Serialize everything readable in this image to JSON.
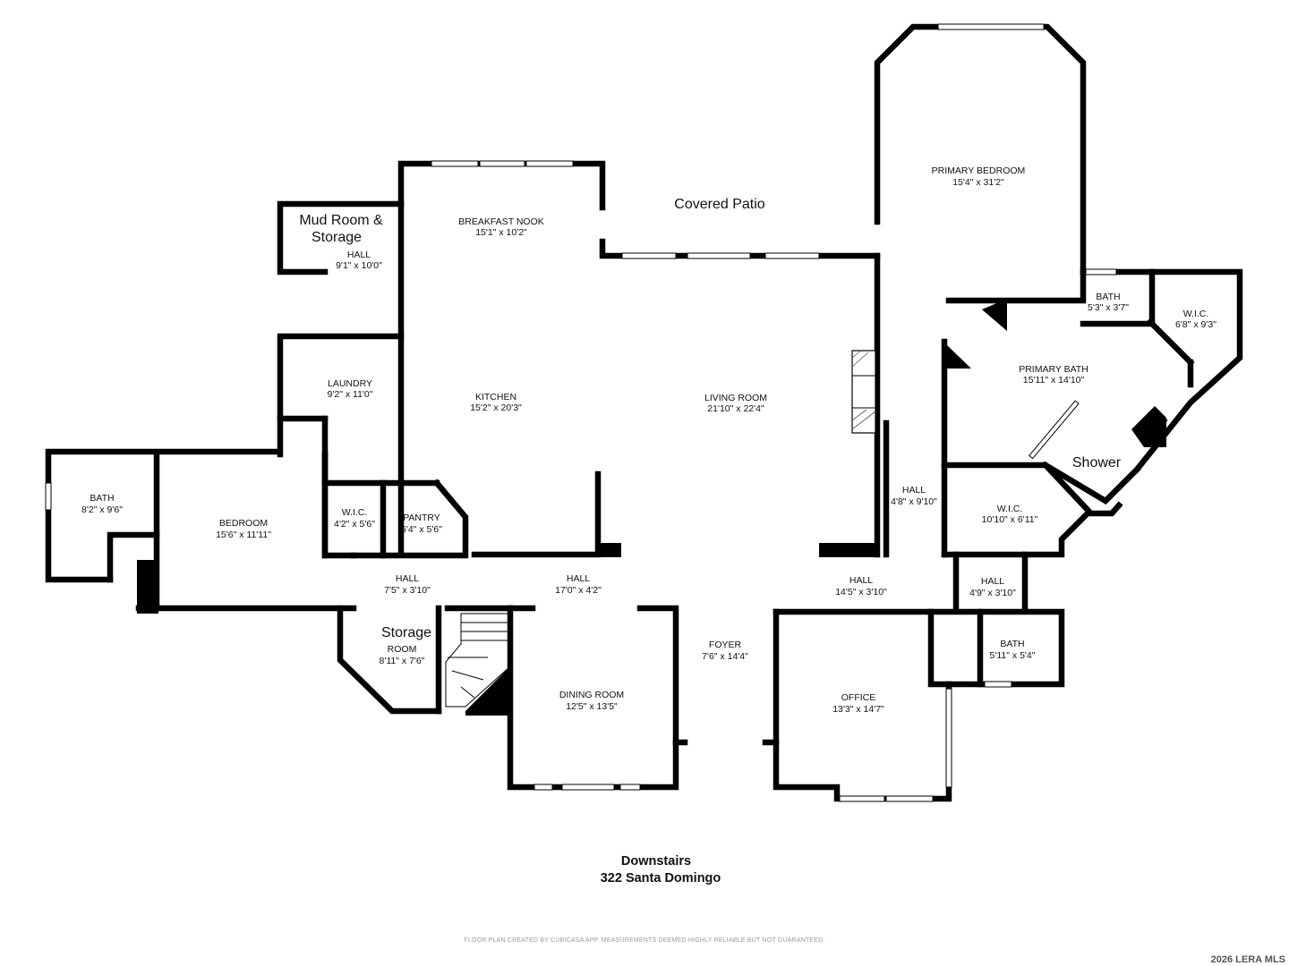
{
  "rooms": {
    "mudroom": "Mud Room &",
    "mudroom2": "Storage",
    "covered_patio": "Covered Patio",
    "breakfast_nook": {
      "name": "BREAKFAST NOOK",
      "dims": "15'1\" x 10'2\""
    },
    "hall_mud": {
      "name": "HALL",
      "dims": "9'1\" x 10'0\""
    },
    "primary_bedroom": {
      "name": "PRIMARY BEDROOM",
      "dims": "15'4\" x 31'2\""
    },
    "bath_primary_small": {
      "name": "BATH",
      "dims": "5'3\" x 3'7\""
    },
    "wic_primary_1": {
      "name": "W.I.C.",
      "dims": "6'8\" x 9'3\""
    },
    "laundry": {
      "name": "LAUNDRY",
      "dims": "9'2\" x 11'0\""
    },
    "kitchen": {
      "name": "KITCHEN",
      "dims": "15'2\" x 20'3\""
    },
    "living_room": {
      "name": "LIVING ROOM",
      "dims": "21'10\" x 22'4\""
    },
    "primary_bath": {
      "name": "PRIMARY BATH",
      "dims": "15'11\" x 14'10\""
    },
    "shower": "Shower",
    "hall_east": {
      "name": "HALL",
      "dims": "4'8\" x 9'10\""
    },
    "wic_primary_2": {
      "name": "W.I.C.",
      "dims": "10'10\" x 6'11\""
    },
    "bath_west": {
      "name": "BATH",
      "dims": "8'2\" x 9'6\""
    },
    "bedroom": {
      "name": "BEDROOM",
      "dims": "15'6\" x 11'11\""
    },
    "wic_bedroom": {
      "name": "W.I.C.",
      "dims": "4'2\" x 5'6\""
    },
    "pantry": {
      "name": "PANTRY",
      "dims": "6'4\" x 5'6\""
    },
    "hall_a": {
      "name": "HALL",
      "dims": "7'5\" x 3'10\""
    },
    "hall_b": {
      "name": "HALL",
      "dims": "17'0\" x 4'2\""
    },
    "hall_c": {
      "name": "HALL",
      "dims": "14'5\" x 3'10\""
    },
    "hall_d": {
      "name": "HALL",
      "dims": "4'9\" x 3'10\""
    },
    "storage_title": "Storage",
    "storage_room": {
      "name": "ROOM",
      "dims": "8'11\" x 7'6\""
    },
    "foyer": {
      "name": "FOYER",
      "dims": "7'6\" x 14'4\""
    },
    "dining_room": {
      "name": "DINING ROOM",
      "dims": "12'5\" x 13'5\""
    },
    "office": {
      "name": "OFFICE",
      "dims": "13'3\" x 14'7\""
    },
    "bath_east": {
      "name": "BATH",
      "dims": "5'11\" x 5'4\""
    }
  },
  "title": {
    "line1": "Downstairs",
    "line2": "322 Santa Domingo"
  },
  "disclaimer": "FLOOR PLAN CREATED BY CUBICASA APP. MEASUREMENTS DEEMED HIGHLY RELIABLE BUT NOT GUARANTEED.",
  "copyright": "2026 LERA MLS",
  "colors": {
    "wall": "#000000",
    "window": "#ffffff",
    "text": "#111111"
  }
}
